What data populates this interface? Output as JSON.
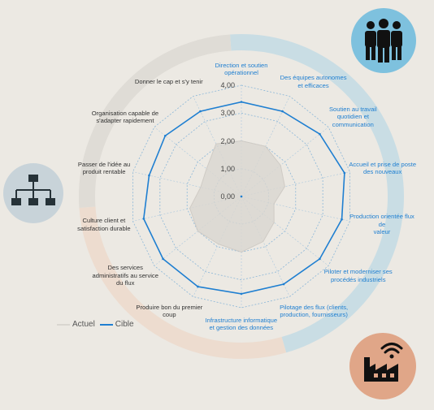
{
  "chart_data": {
    "type": "radar",
    "axes": [
      "Direction et soutien\nopérationnel",
      "Des équipes autonomes\net efficaces",
      "Soutien au travail\nquotidien et\ncommunication",
      "Accueil et prise de poste\ndes nouveaux",
      "Production orientée flux\nde\nvaleur",
      "Piloter et moderniser ses\nprocédés industriels",
      "Pilotage des flux (clients,\nproduction, fournisseurs)",
      "Infrastructure informatique\net gestion des données",
      "Produire bon du premier\ncoup",
      "Des services\nadministratifs au service\ndu flux",
      "Culture client et\nsatisfaction durable",
      "Passer de l'idée au\nproduit rentable",
      "Organisation capable de\ns'adapter rapidement",
      "Donner le cap et s'y tenir"
    ],
    "ticks": [
      "0,00",
      "1,00",
      "2,00",
      "3,00",
      "4,00"
    ],
    "rmax": 4,
    "series": [
      {
        "name": "Actuel",
        "color": "#d9d6d0",
        "values": [
          2.0,
          2.0,
          1.8,
          1.6,
          1.2,
          1.5,
          1.8,
          2.0,
          1.9,
          2.0,
          1.9,
          1.5,
          1.6,
          2.1
        ]
      },
      {
        "name": "Cible",
        "color": "#1f7fd1",
        "values": [
          3.4,
          3.4,
          3.6,
          3.8,
          3.7,
          3.6,
          3.5,
          3.5,
          3.6,
          3.6,
          3.6,
          3.4,
          3.5,
          3.4
        ]
      }
    ],
    "legend_position": "bottom-left",
    "colors": {
      "ring_blue": "#c9dde4",
      "ring_orange": "#eddccf",
      "ring_grey": "#dfdcd6",
      "icon_people_bg": "#7ec1de",
      "icon_org_bg": "#c8d3d9",
      "icon_factory_bg": "#e0a688"
    }
  },
  "icons": {
    "people": "people-group-icon",
    "org": "org-chart-icon",
    "factory": "factory-wifi-icon"
  }
}
